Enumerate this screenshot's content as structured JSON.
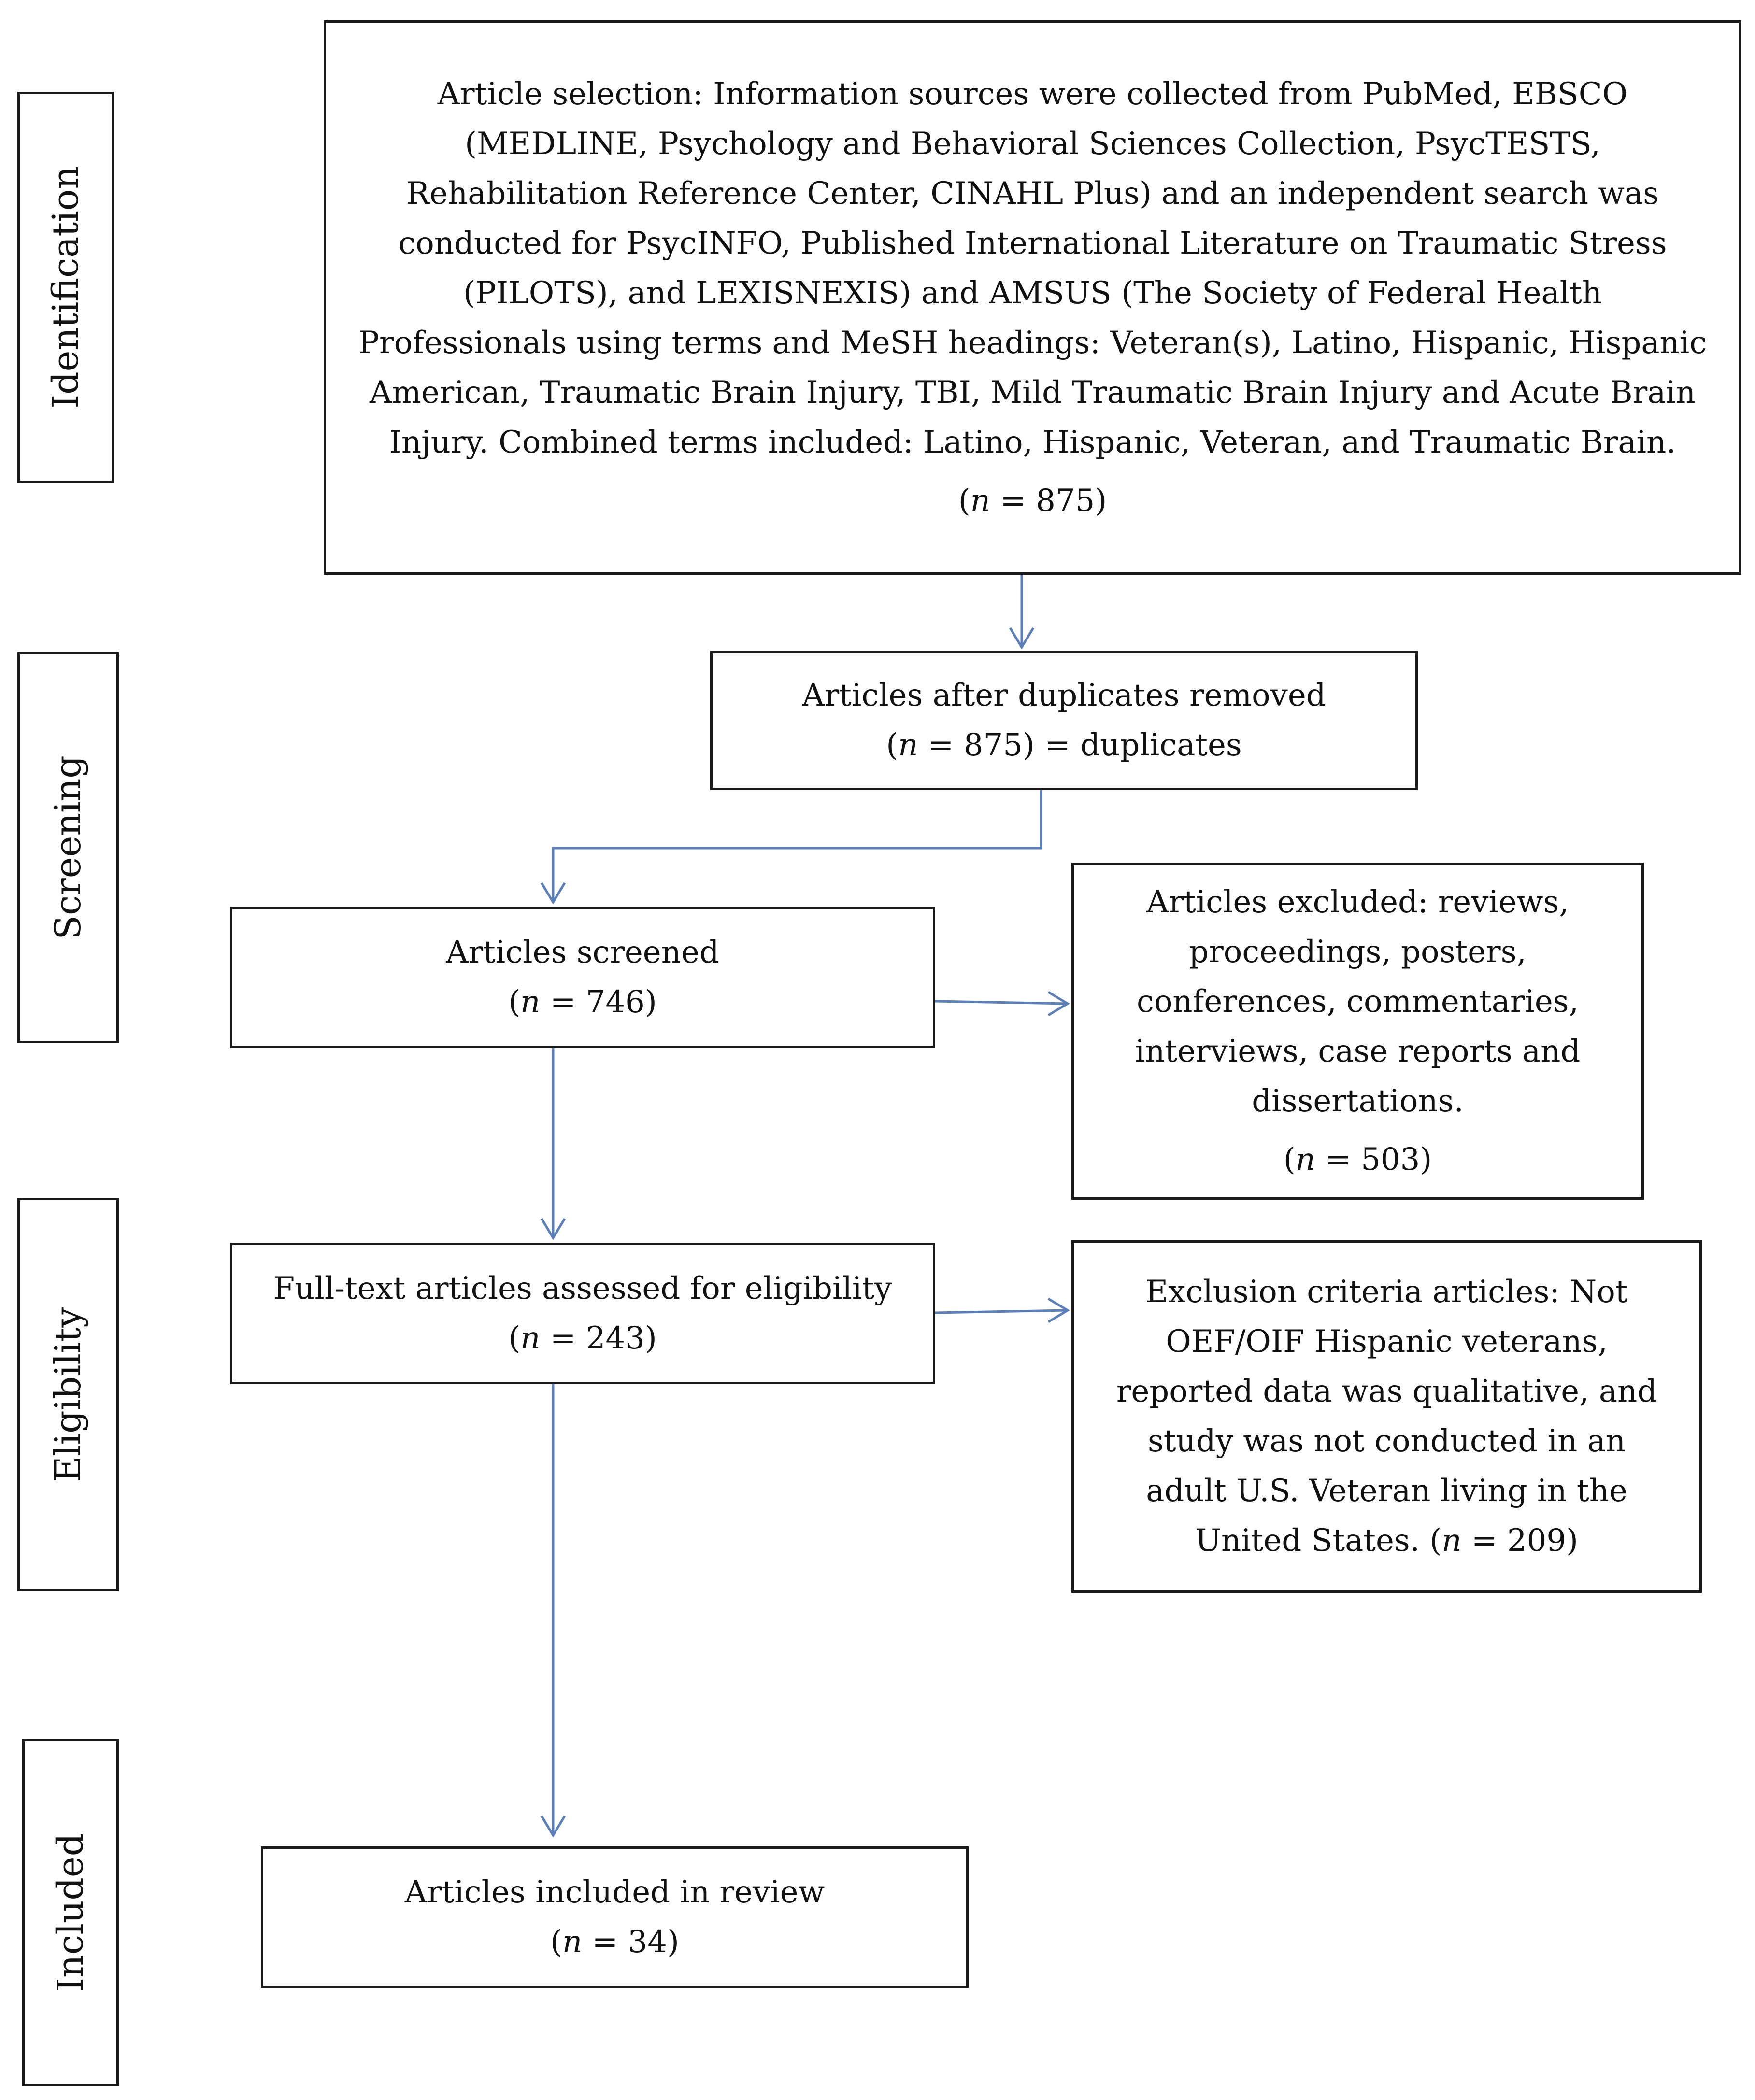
{
  "stages": {
    "identification": "Identification",
    "screening": "Screening",
    "eligibility": "Eligibility",
    "included": "Included"
  },
  "identification_box": {
    "text": "Article selection: Information sources were collected from PubMed, EBSCO (MEDLINE, Psychology and Behavioral Sciences Collection, PsycTESTS, Rehabilitation Reference Center, CINAHL Plus) and an independent search was conducted for PsycINFO, Published International Literature on Traumatic Stress (PILOTS), and LEXISNEXIS) and AMSUS (The Society of Federal Health Professionals using terms and MeSH headings: Veteran(s), Latino, Hispanic, Hispanic American, Traumatic Brain Injury, TBI, Mild Traumatic Brain Injury and Acute Brain Injury. Combined terms included: Latino, Hispanic, Veteran, and Traumatic Brain.",
    "n": "875"
  },
  "duplicates_box": {
    "text": "Articles after duplicates removed",
    "n": "875",
    "suffix": "= duplicates"
  },
  "screened_box": {
    "text": "Articles screened",
    "n": "746"
  },
  "excluded_box": {
    "text": "Articles excluded: reviews, proceedings, posters, conferences, commentaries, interviews, case reports and dissertations.",
    "n": "503"
  },
  "eligibility_box": {
    "text": "Full-text articles assessed for eligibility",
    "n": "243"
  },
  "exclusion_criteria_box": {
    "text": "Exclusion criteria articles: Not OEF/OIF Hispanic veterans, reported data was qualitative, and study was not conducted in an adult U.S. Veteran living in the United States.",
    "n": "209"
  },
  "included_box": {
    "text": "Articles included in review",
    "n": "34"
  },
  "colors": {
    "arrow": "#5b7fb8",
    "border": "#1a1a1a"
  }
}
